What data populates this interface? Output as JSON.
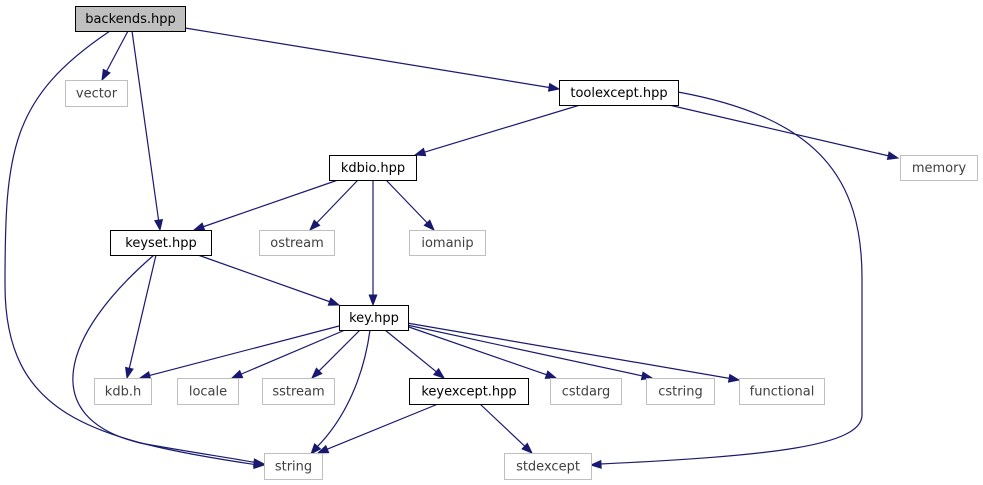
{
  "colors": {
    "edge": "#191970",
    "main_fill": "#bfbfbf",
    "internal_border": "#000000",
    "external_border": "#bfbfbf",
    "external_text": "#404040"
  },
  "nodes": [
    {
      "id": "backends",
      "label": "backends.hpp",
      "kind": "main"
    },
    {
      "id": "vector",
      "label": "vector",
      "kind": "external"
    },
    {
      "id": "toolexcept",
      "label": "toolexcept.hpp",
      "kind": "internal"
    },
    {
      "id": "kdbio",
      "label": "kdbio.hpp",
      "kind": "internal"
    },
    {
      "id": "memory",
      "label": "memory",
      "kind": "external"
    },
    {
      "id": "keyset",
      "label": "keyset.hpp",
      "kind": "internal"
    },
    {
      "id": "ostream",
      "label": "ostream",
      "kind": "external"
    },
    {
      "id": "iomanip",
      "label": "iomanip",
      "kind": "external"
    },
    {
      "id": "key",
      "label": "key.hpp",
      "kind": "internal"
    },
    {
      "id": "kdbh",
      "label": "kdb.h",
      "kind": "external"
    },
    {
      "id": "locale",
      "label": "locale",
      "kind": "external"
    },
    {
      "id": "sstream",
      "label": "sstream",
      "kind": "external"
    },
    {
      "id": "keyexcept",
      "label": "keyexcept.hpp",
      "kind": "internal"
    },
    {
      "id": "cstdarg",
      "label": "cstdarg",
      "kind": "external"
    },
    {
      "id": "cstring",
      "label": "cstring",
      "kind": "external"
    },
    {
      "id": "functional",
      "label": "functional",
      "kind": "external"
    },
    {
      "id": "string",
      "label": "string",
      "kind": "external"
    },
    {
      "id": "stdexcept",
      "label": "stdexcept",
      "kind": "external"
    }
  ],
  "edges": [
    {
      "from": "backends",
      "to": "vector"
    },
    {
      "from": "backends",
      "to": "toolexcept"
    },
    {
      "from": "backends",
      "to": "keyset"
    },
    {
      "from": "backends",
      "to": "string"
    },
    {
      "from": "toolexcept",
      "to": "kdbio"
    },
    {
      "from": "toolexcept",
      "to": "memory"
    },
    {
      "from": "toolexcept",
      "to": "stdexcept"
    },
    {
      "from": "kdbio",
      "to": "keyset"
    },
    {
      "from": "kdbio",
      "to": "ostream"
    },
    {
      "from": "kdbio",
      "to": "iomanip"
    },
    {
      "from": "kdbio",
      "to": "key"
    },
    {
      "from": "keyset",
      "to": "key"
    },
    {
      "from": "keyset",
      "to": "kdbh"
    },
    {
      "from": "keyset",
      "to": "string"
    },
    {
      "from": "key",
      "to": "kdbh"
    },
    {
      "from": "key",
      "to": "locale"
    },
    {
      "from": "key",
      "to": "sstream"
    },
    {
      "from": "key",
      "to": "keyexcept"
    },
    {
      "from": "key",
      "to": "cstdarg"
    },
    {
      "from": "key",
      "to": "cstring"
    },
    {
      "from": "key",
      "to": "functional"
    },
    {
      "from": "key",
      "to": "string"
    },
    {
      "from": "keyexcept",
      "to": "string"
    },
    {
      "from": "keyexcept",
      "to": "stdexcept"
    }
  ]
}
